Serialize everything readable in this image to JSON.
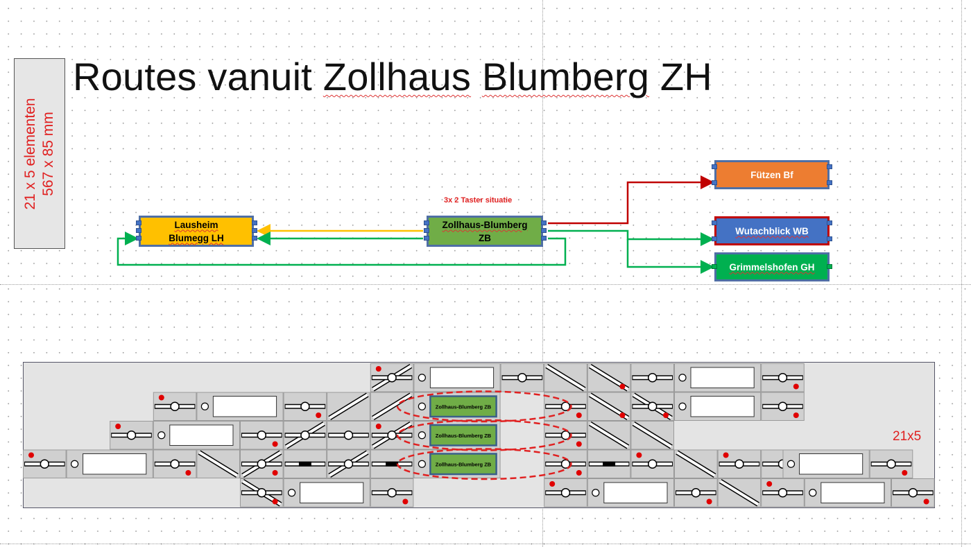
{
  "title": {
    "prefix": "Routes vanuit ",
    "squiggle_1": "Zollhaus",
    "mid": " ",
    "squiggle_2": "Blumberg",
    "suffix": " ZH"
  },
  "sidebox": {
    "line1": "21 x 5 elementen",
    "line2": "567 x 85 mm"
  },
  "taster_label": "3x 2 Taster situatie",
  "size_label": "21x5",
  "nodes": {
    "lausheim": {
      "line1": "Lausheim",
      "line2": "Blumegg LH",
      "fill": "#ffc000"
    },
    "zollhaus": {
      "line1": "Zollhaus-Blumberg",
      "line2": "ZB",
      "fill": "#70ad47"
    },
    "fuetzen": {
      "line1": "Fützen Bf",
      "fill": "#ed7d31"
    },
    "wutachblick": {
      "line1": "Wutachblick WB",
      "fill": "#4472c4"
    },
    "grimmelshofen": {
      "line1": "Grimmelshofen GH",
      "fill": "#00b050"
    }
  },
  "station_label": "Zollhaus-Blumberg ZB",
  "colors": {
    "route_yellow": "#ffc000",
    "route_green": "#00b050",
    "route_red": "#c00000",
    "signal_red": "#e00000",
    "dashed_oval": "#e02020"
  }
}
